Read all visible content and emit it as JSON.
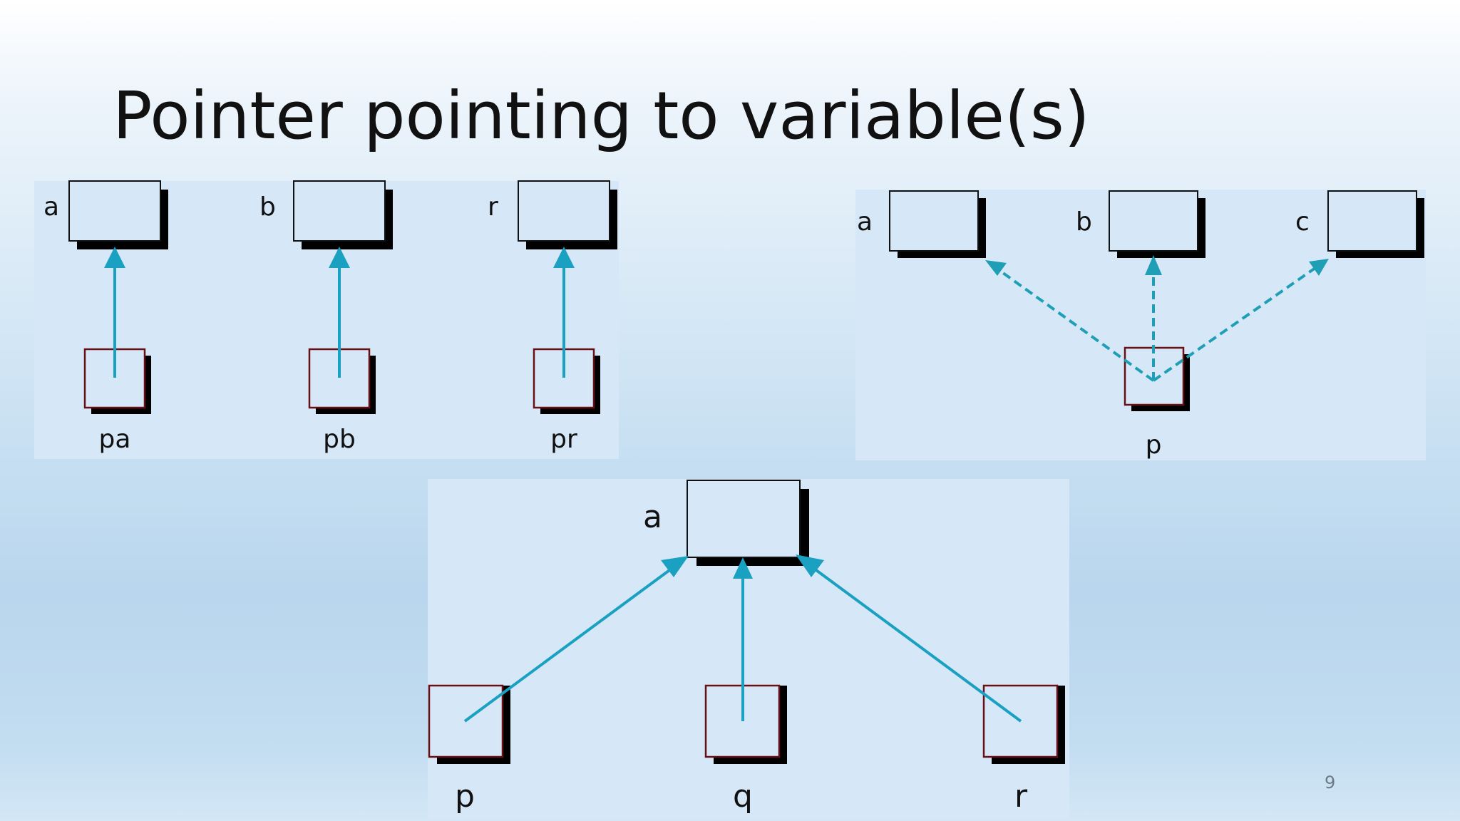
{
  "slide": {
    "title": "Pointer pointing to variable(s)",
    "page_number": "9"
  },
  "colors": {
    "arrow": "#1aa0c0",
    "arrow_dashed": "#1f9fb5",
    "pointer_border": "#6b0f16",
    "shadow": "#000000",
    "panel": "#d6e8f8"
  },
  "diagrams": {
    "one_to_one": {
      "pairs": [
        {
          "variable": "a",
          "pointer": "pa"
        },
        {
          "variable": "b",
          "pointer": "pb"
        },
        {
          "variable": "r",
          "pointer": "pr"
        }
      ]
    },
    "one_to_many": {
      "pointer": "p",
      "variables": [
        "a",
        "b",
        "c"
      ]
    },
    "many_to_one": {
      "variable": "a",
      "pointers": [
        "p",
        "q",
        "r"
      ]
    }
  }
}
